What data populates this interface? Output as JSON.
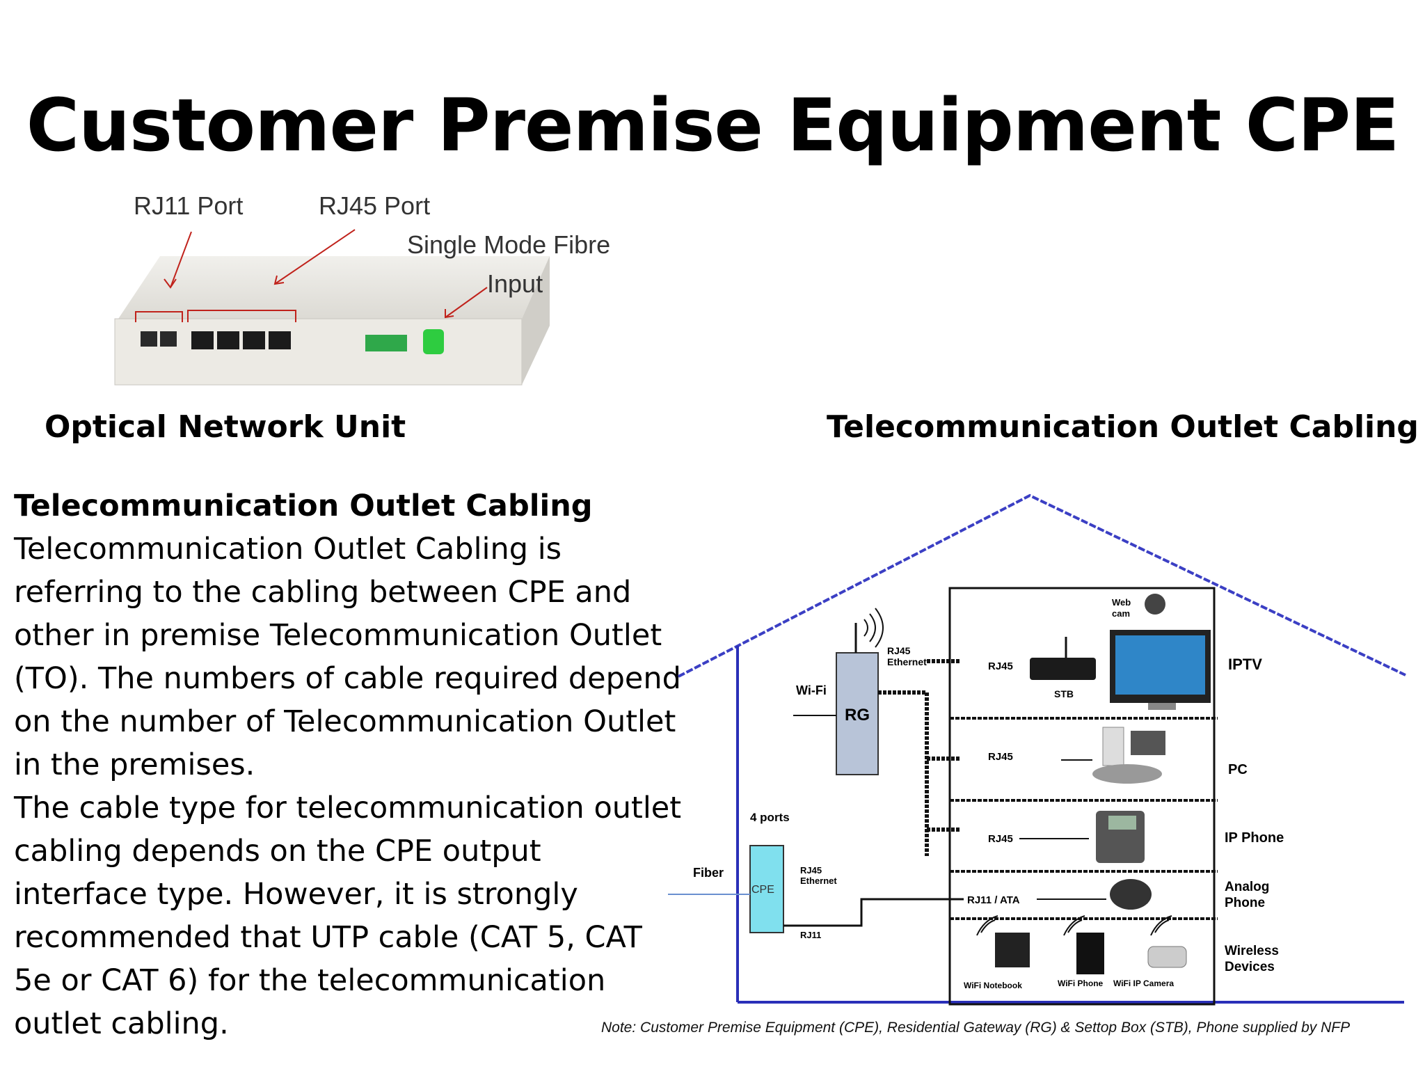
{
  "slide": {
    "title": "Customer Premise Equipment CPE"
  },
  "onu_photo": {
    "labels": {
      "rj11": "RJ11 Port",
      "rj45": "RJ45 Port",
      "fibre_line1": "Single Mode Fibre",
      "fibre_line2": "Input"
    }
  },
  "captions": {
    "left": "Optical Network Unit",
    "right": "Telecommunication Outlet Cabling"
  },
  "body": {
    "heading": "Telecommunication Outlet Cabling",
    "paragraph1": "Telecommunication Outlet Cabling is referring to the cabling between CPE and other in premise Telecommunication Outlet (TO). The numbers of cable required depend on the number of Telecommunication Outlet in the premises.",
    "paragraph2": "The cable type for telecommunication outlet cabling depends on the CPE output interface type. However, it is strongly recommended that UTP cable (CAT 5, CAT 5e or CAT 6) for the telecommunication outlet cabling."
  },
  "diagram": {
    "wifi": "Wi-Fi",
    "rg": "RG",
    "rj45_ethernet_line1": "RJ45",
    "rj45_ethernet_line2": "Ethernet",
    "rj45_stb": "RJ45",
    "stb": "STB",
    "webcam_line1": "Web",
    "webcam_line2": "cam",
    "iptv": "IPTV",
    "rj45_pc": "RJ45",
    "pc": "PC",
    "rj45_phone": "RJ45",
    "ip_phone": "IP Phone",
    "four_ports": "4 ports",
    "fiber": "Fiber",
    "cpe": "CPE",
    "cpe_eth_line1": "RJ45",
    "cpe_eth_line2": "Ethernet",
    "rj11": "RJ11",
    "rj11_ata": "RJ11 / ATA",
    "analog_line1": "Analog",
    "analog_line2": "Phone",
    "wireless_line1": "Wireless",
    "wireless_line2": "Devices",
    "wifi_notebook": "WiFi Notebook",
    "wifi_phone": "WiFi Phone",
    "wifi_ip_camera": "WiFi IP Camera",
    "note": "Note: Customer Premise Equipment (CPE), Residential Gateway (RG) & Settop Box (STB), Phone supplied by NFP"
  }
}
